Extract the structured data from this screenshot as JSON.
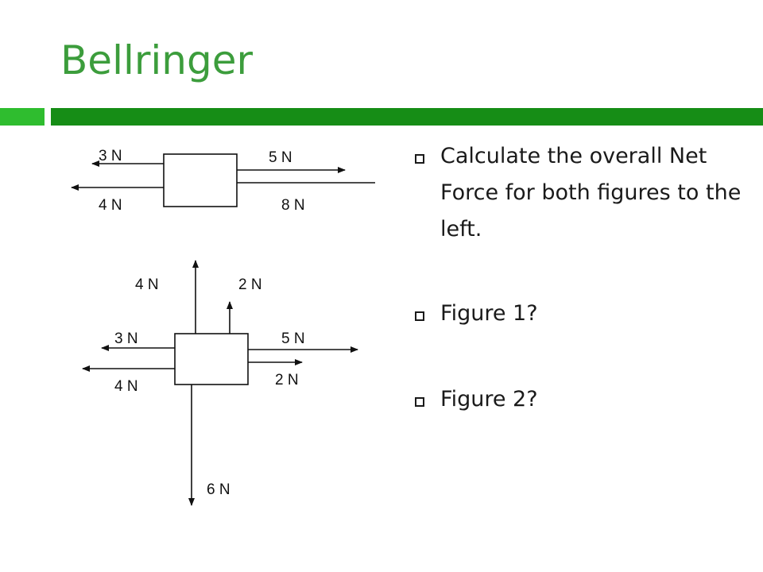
{
  "slide": {
    "title": "Bellringer",
    "accent_color": "#3c9d3c",
    "bar_left_color": "#2fbd2f",
    "bar_right_color": "#168d16"
  },
  "bullets": [
    {
      "text": "Calculate the overall Net Force for both figures to the left."
    },
    {
      "text": "Figure 1?"
    },
    {
      "text": "Figure 2?"
    }
  ],
  "figure1": {
    "labels": {
      "left_top": "3 N",
      "left_bottom": "4 N",
      "right_top": "5 N",
      "right_bottom": "8 N"
    }
  },
  "figure2": {
    "labels": {
      "up_left": "4 N",
      "up_right": "2 N",
      "left_top": "3 N",
      "left_bottom": "4 N",
      "right_top": "5 N",
      "right_bottom": "2 N",
      "down": "6 N"
    }
  }
}
